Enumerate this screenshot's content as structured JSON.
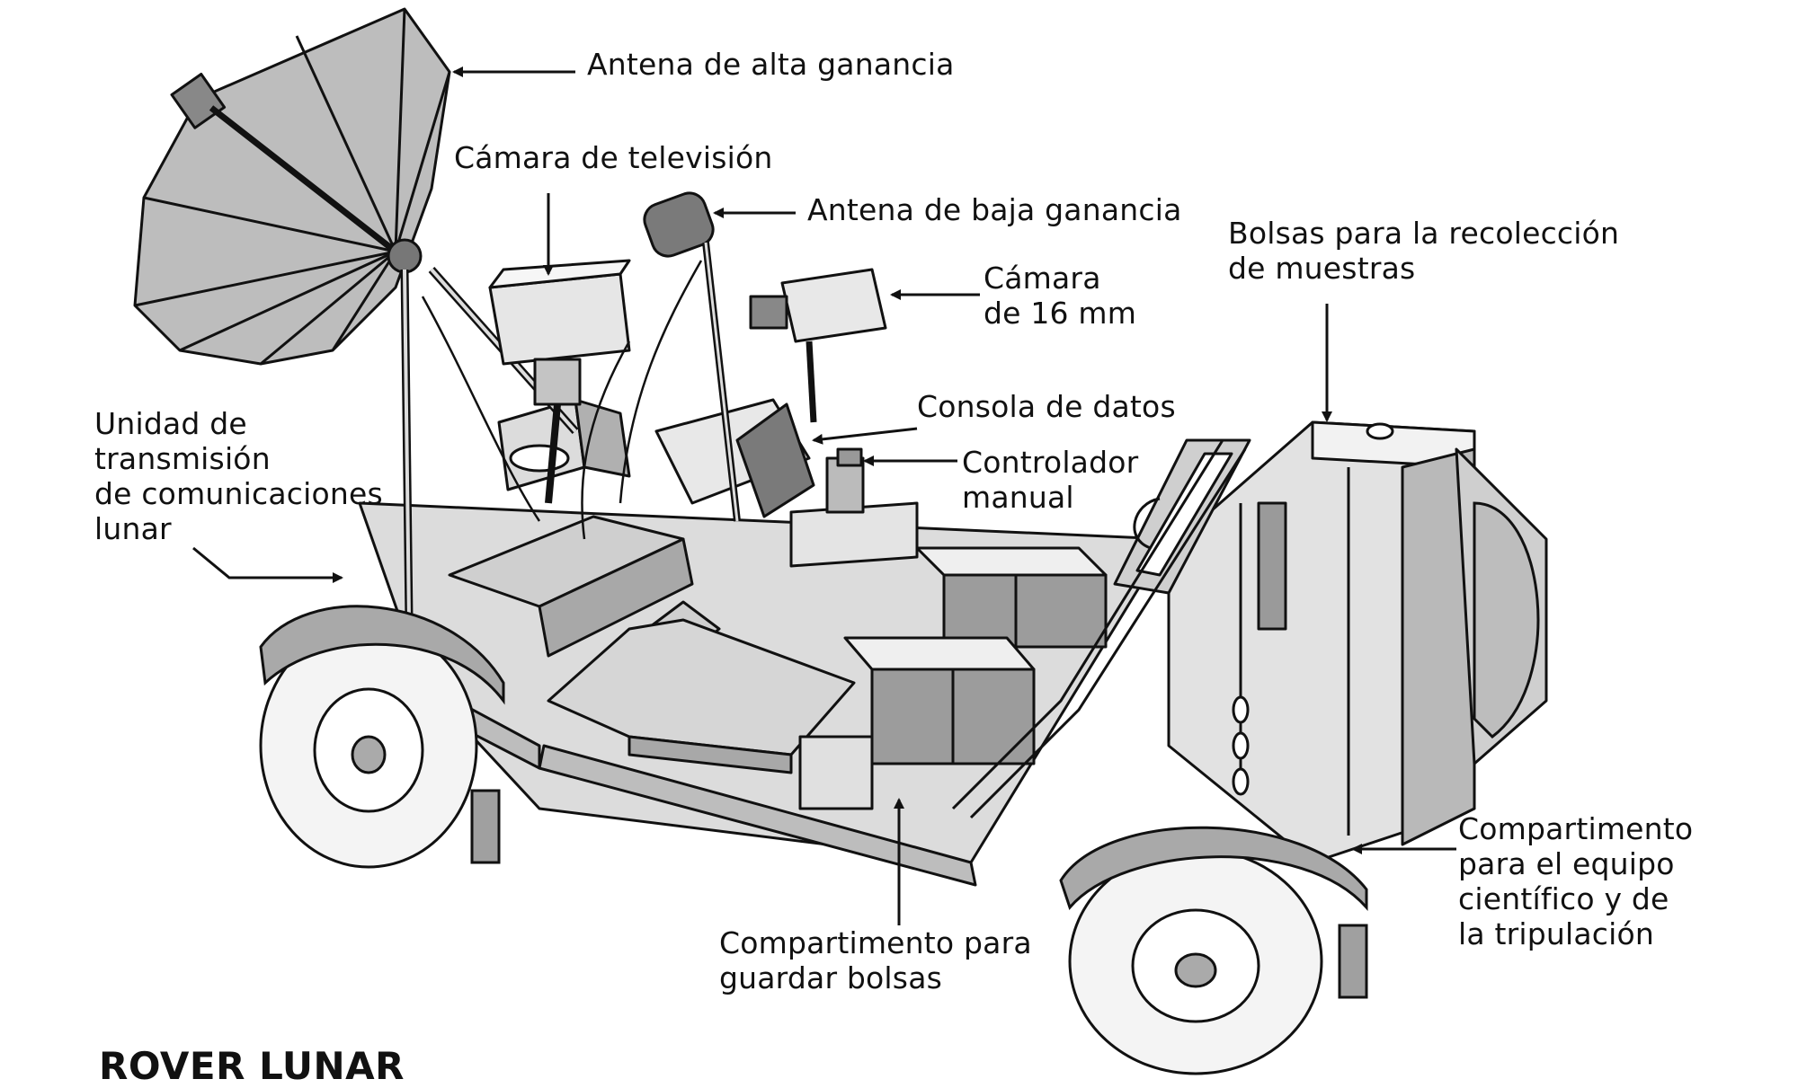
{
  "title": "ROVER LUNAR",
  "labels": {
    "high_gain_antenna": [
      "Antena de alta ganancia"
    ],
    "tv_camera": [
      "Cámara de televisión"
    ],
    "low_gain_antenna": [
      "Antena de baja ganancia"
    ],
    "sample_bags": [
      "Bolsas para la recolección",
      "de muestras"
    ],
    "camera_16mm": [
      "Cámara",
      "de 16 mm"
    ],
    "data_console": [
      "Consola de datos"
    ],
    "hand_controller": [
      "Controlador",
      "manual"
    ],
    "comm_unit": [
      "Unidad de",
      "transmisión",
      "de comunicaciones",
      "lunar"
    ],
    "bag_compartment": [
      "Compartimento para",
      "guardar bolsas"
    ],
    "equipment_compartment": [
      "Compartimento",
      "para el equipo",
      "científico y de",
      "la tripulación"
    ]
  },
  "colors": {
    "ink": "#111111",
    "light_fill": "#e6e6e6",
    "mid_fill": "#b4b4b4",
    "dark_fill": "#808080"
  }
}
